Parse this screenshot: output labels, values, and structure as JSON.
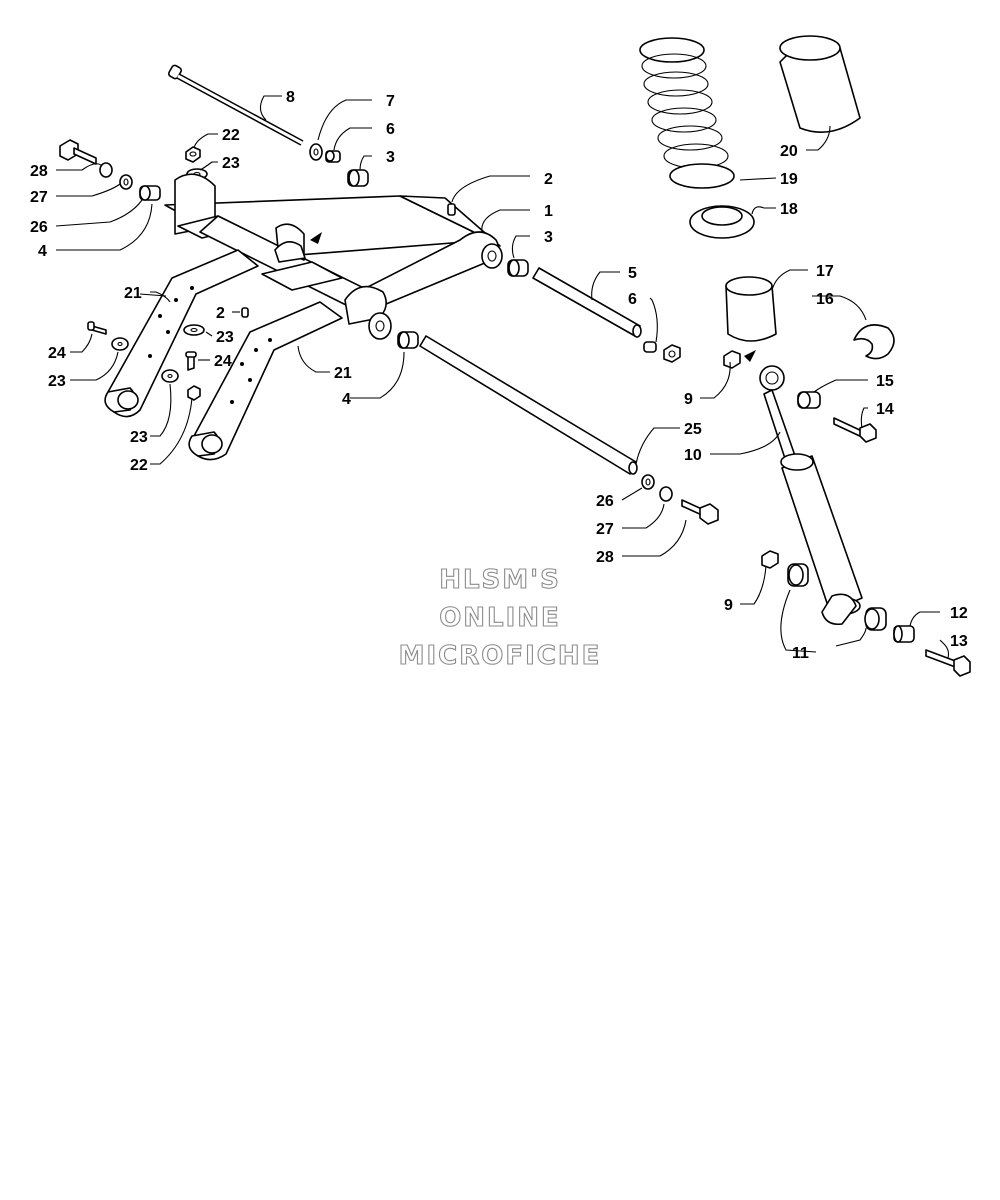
{
  "watermark": {
    "line1": "HLSM'S",
    "line2": "ONLINE",
    "line3": "MICROFICHE",
    "color": "#8c8c8c"
  },
  "callouts": {
    "c28a": "28",
    "c27a": "27",
    "c26a": "26",
    "c4a": "4",
    "c8": "8",
    "c7": "7",
    "c6a": "6",
    "c3a": "3",
    "c22a": "22",
    "c23a": "23",
    "c2a": "2",
    "c1": "1",
    "c3b": "3",
    "c5": "5",
    "c6b": "6",
    "c9a": "9",
    "c21a": "21",
    "c2b": "2",
    "c23b": "23",
    "c24a": "24",
    "c24b": "24",
    "c23c": "23",
    "c23d": "23",
    "c22b": "22",
    "c21b": "21",
    "c4b": "4",
    "c25": "25",
    "c26b": "26",
    "c27b": "27",
    "c28b": "28",
    "c20": "20",
    "c19": "19",
    "c18": "18",
    "c17": "17",
    "c16": "16",
    "c15": "15",
    "c14": "14",
    "c10": "10",
    "c9b": "9",
    "c11": "11",
    "c12": "12",
    "c13": "13"
  }
}
